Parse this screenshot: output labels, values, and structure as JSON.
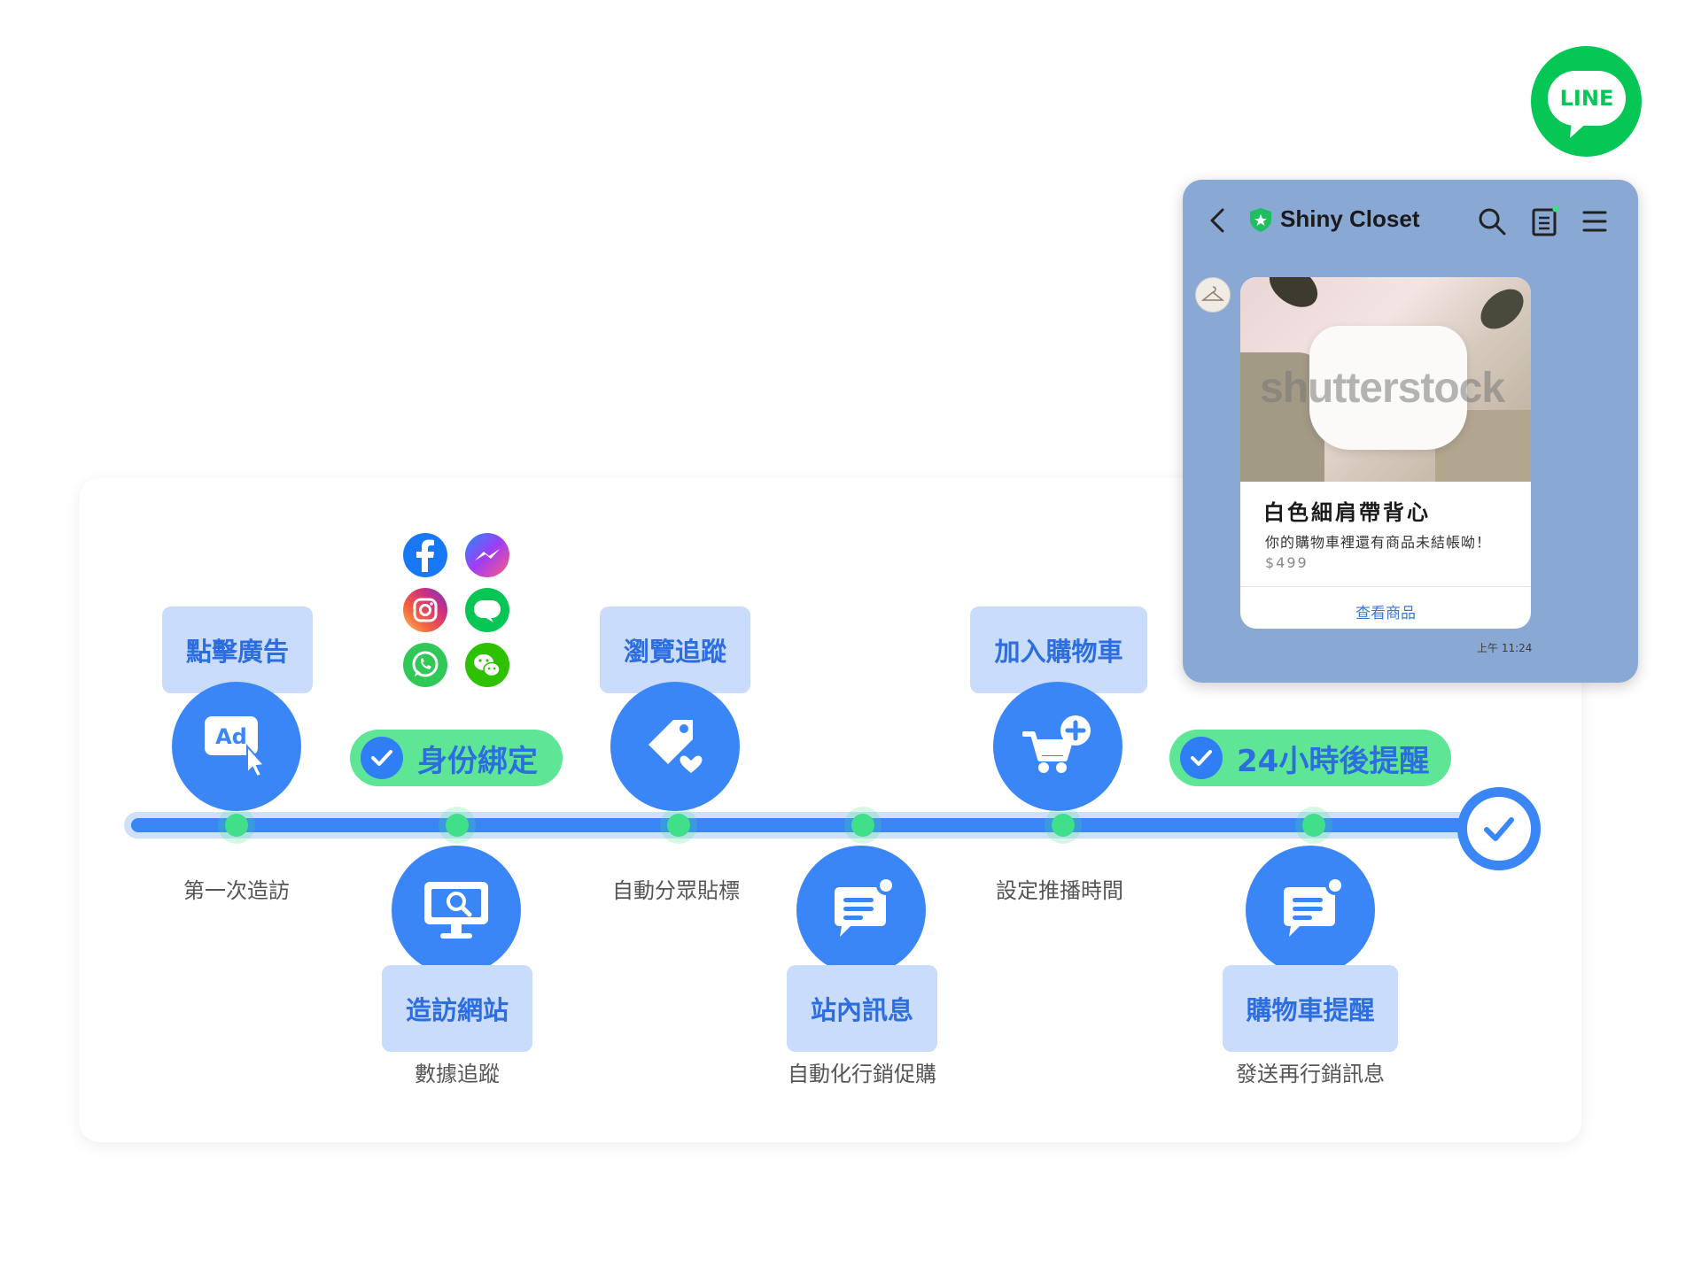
{
  "timeline": {
    "steps_top": [
      {
        "label": "點擊廣告",
        "sub": "第一次造訪",
        "icon": "ad-click-icon"
      },
      {
        "label": "瀏覽追蹤",
        "sub": "自動分眾貼標",
        "icon": "tag-heart-icon"
      },
      {
        "label": "加入購物車",
        "sub": "設定推播時間",
        "icon": "cart-add-icon"
      }
    ],
    "steps_bottom": [
      {
        "label": "造訪網站",
        "sub": "數據追蹤",
        "icon": "monitor-search-icon"
      },
      {
        "label": "站內訊息",
        "sub": "自動化行銷促購",
        "icon": "chat-message-icon"
      },
      {
        "label": "購物車提醒",
        "sub": "發送再行銷訊息",
        "icon": "chat-message-icon"
      }
    ],
    "pills": [
      {
        "text": "身份綁定"
      },
      {
        "text": "24小時後提醒"
      }
    ],
    "social_icons": [
      "facebook-icon",
      "messenger-icon",
      "instagram-icon",
      "line-icon",
      "whatsapp-icon",
      "wechat-icon"
    ],
    "colors": {
      "blue": "#3a86f7",
      "light_blue": "#c9dcfb",
      "green": "#5ee696",
      "line_green": "#06c755"
    }
  },
  "line_logo": {
    "text": "LINE"
  },
  "chat": {
    "title": "Shiny Closet",
    "watermark": "shutterstock",
    "product_name": "白色細肩帶背心",
    "product_desc": "你的購物車裡還有商品未結帳呦！",
    "product_price": "$499",
    "link_label": "查看商品",
    "time": "上午 11:24"
  }
}
